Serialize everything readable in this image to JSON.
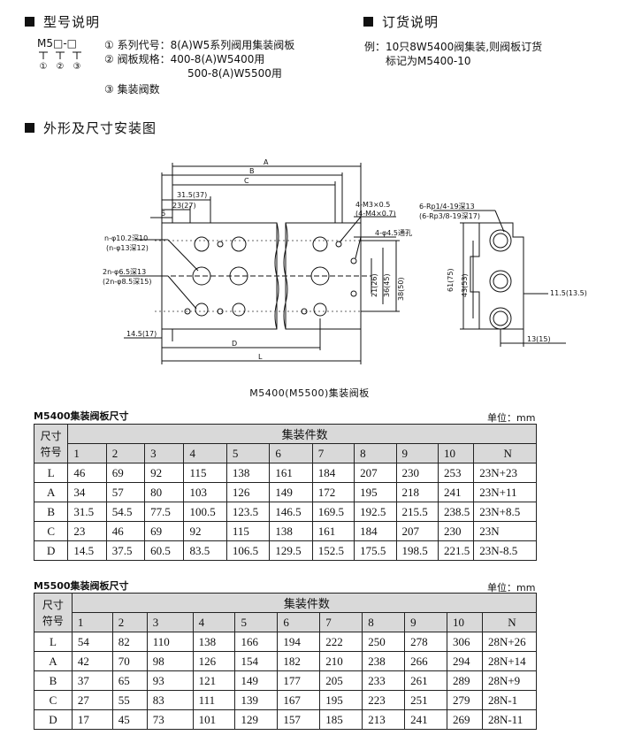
{
  "model": {
    "heading": "型号说明",
    "code": "M5□-□",
    "marks": [
      "①",
      "②",
      "③"
    ],
    "items": [
      "① 系列代号：8(A)W5系列阀用集装阀板",
      "② 阀板规格：400-8(A)W5400用",
      "500-8(A)W5500用",
      "③ 集装阀数"
    ]
  },
  "order": {
    "heading": "订货说明",
    "line1": "例：10只8W5400阀集装,则阀板订货",
    "line2": "标记为M5400-10"
  },
  "drawing": {
    "heading": "外形及尺寸安装图",
    "caption": "M5400(M5500)集装阀板",
    "labels": {
      "A": "A",
      "B": "B",
      "C": "C",
      "D": "D",
      "L": "L",
      "d315": "31.5(37)",
      "d23": "23(27)",
      "d6": "6",
      "hole1a": "n-φ10.2深10",
      "hole1b": "(n-φ13深12)",
      "hole2a": "2n-φ6.5深13",
      "hole2b": "(2n-φ8.5深15)",
      "d145": "14.5(17)",
      "m3a": "4-M3×0.5",
      "m3b": "(4-M4×0.7)",
      "thru": "4-φ4.5通孔",
      "v21": "21(26)",
      "v36": "36(45)",
      "v38": "38(50)",
      "rp1": "6-Rp1/4-19深13",
      "rp2": "(6-Rp3/8-19深17)",
      "v61": "61(75)",
      "v43": "43(53)",
      "d115": "11.5(13.5)",
      "d13": "13(15)"
    }
  },
  "unit_label": "单位：mm",
  "tables": [
    {
      "title": "M5400集装阀板尺寸",
      "corner": [
        "尺寸",
        "符号"
      ],
      "group": "集装件数",
      "counts": [
        "1",
        "2",
        "3",
        "4",
        "5",
        "6",
        "7",
        "8",
        "9",
        "10",
        "N"
      ],
      "rows": [
        {
          "label": "L",
          "cells": [
            "46",
            "69",
            "92",
            "115",
            "138",
            "161",
            "184",
            "207",
            "230",
            "253",
            "23N+23"
          ]
        },
        {
          "label": "A",
          "cells": [
            "34",
            "57",
            "80",
            "103",
            "126",
            "149",
            "172",
            "195",
            "218",
            "241",
            "23N+11"
          ]
        },
        {
          "label": "B",
          "cells": [
            "31.5",
            "54.5",
            "77.5",
            "100.5",
            "123.5",
            "146.5",
            "169.5",
            "192.5",
            "215.5",
            "238.5",
            "23N+8.5"
          ]
        },
        {
          "label": "C",
          "cells": [
            "23",
            "46",
            "69",
            "92",
            "115",
            "138",
            "161",
            "184",
            "207",
            "230",
            "23N"
          ]
        },
        {
          "label": "D",
          "cells": [
            "14.5",
            "37.5",
            "60.5",
            "83.5",
            "106.5",
            "129.5",
            "152.5",
            "175.5",
            "198.5",
            "221.5",
            "23N-8.5"
          ]
        }
      ]
    },
    {
      "title": "M5500集装阀板尺寸",
      "corner": [
        "尺寸",
        "符号"
      ],
      "group": "集装件数",
      "counts": [
        "1",
        "2",
        "3",
        "4",
        "5",
        "6",
        "7",
        "8",
        "9",
        "10",
        "N"
      ],
      "rows": [
        {
          "label": "L",
          "cells": [
            "54",
            "82",
            "110",
            "138",
            "166",
            "194",
            "222",
            "250",
            "278",
            "306",
            "28N+26"
          ]
        },
        {
          "label": "A",
          "cells": [
            "42",
            "70",
            "98",
            "126",
            "154",
            "182",
            "210",
            "238",
            "266",
            "294",
            "28N+14"
          ]
        },
        {
          "label": "B",
          "cells": [
            "37",
            "65",
            "93",
            "121",
            "149",
            "177",
            "205",
            "233",
            "261",
            "289",
            "28N+9"
          ]
        },
        {
          "label": "C",
          "cells": [
            "27",
            "55",
            "83",
            "111",
            "139",
            "167",
            "195",
            "223",
            "251",
            "279",
            "28N-1"
          ]
        },
        {
          "label": "D",
          "cells": [
            "17",
            "45",
            "73",
            "101",
            "129",
            "157",
            "185",
            "213",
            "241",
            "269",
            "28N-11"
          ]
        }
      ]
    }
  ]
}
